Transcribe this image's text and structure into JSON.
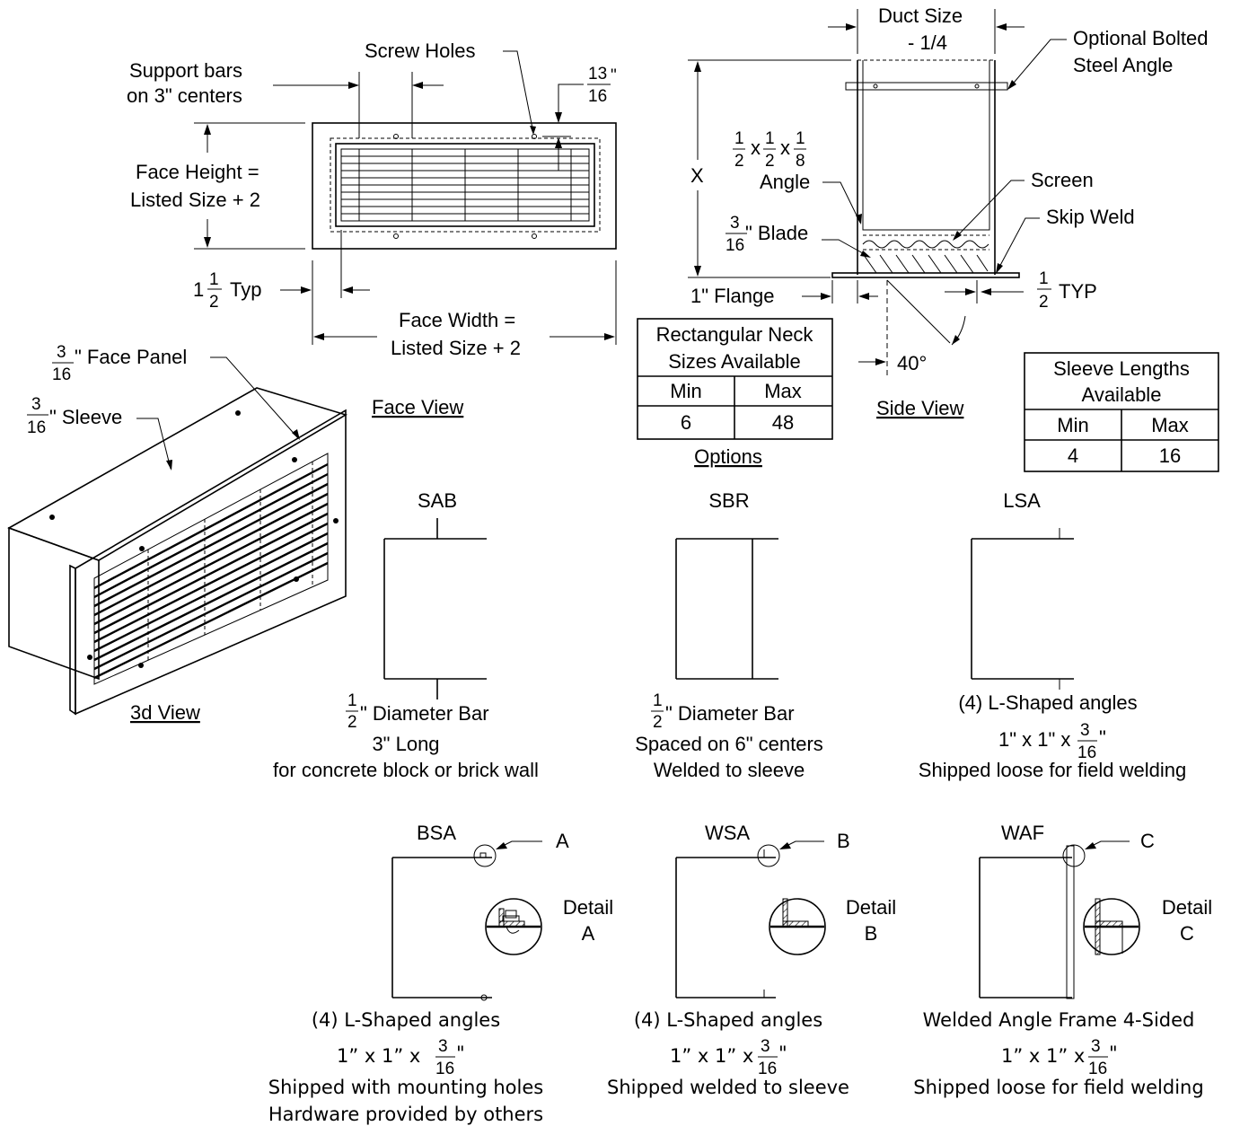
{
  "face_view": {
    "title": "Face View",
    "screw_holes": "Screw Holes",
    "support_bars_l1": "Support bars",
    "support_bars_l2": "on 3\" centers",
    "dim_13_num": "13",
    "dim_13_den": "16",
    "dim_13_unit": "\"",
    "face_height_l1": "Face Height =",
    "face_height_l2": "Listed Size + 2",
    "typ_whole": "1",
    "typ_num": "1",
    "typ_den": "2",
    "typ_label": "Typ",
    "face_width_l1": "Face Width =",
    "face_width_l2": "Listed Size + 2"
  },
  "side_view": {
    "title": "Side View",
    "duct_size_l1": "Duct Size",
    "duct_size_l2": "- 1/4",
    "optional_l1": "Optional Bolted",
    "optional_l2": "Steel Angle",
    "x_label": "X",
    "angle_a_num": "1",
    "angle_a_den": "2",
    "angle_b_num": "1",
    "angle_b_den": "2",
    "angle_c_num": "1",
    "angle_c_den": "8",
    "angle_x": "x",
    "angle_label": "Angle",
    "screen": "Screen",
    "skip_weld": "Skip Weld",
    "blade_num": "3",
    "blade_den": "16",
    "blade_label": "\" Blade",
    "flange": "1\" Flange",
    "typ_num": "1",
    "typ_den": "2",
    "typ_label": "TYP",
    "angle_deg": "40°"
  },
  "neck_table": {
    "title_l1": "Rectangular Neck",
    "title_l2": "Sizes Available",
    "col_min": "Min",
    "col_max": "Max",
    "val_min": "6",
    "val_max": "48"
  },
  "sleeve_table": {
    "title_l1": "Sleeve Lengths",
    "title_l2": "Available",
    "col_min": "Min",
    "col_max": "Max",
    "val_min": "4",
    "val_max": "16"
  },
  "options_title": "Options",
  "view_3d": {
    "title": "3d View",
    "face_panel_num": "3",
    "face_panel_den": "16",
    "face_panel_label": "\" Face Panel",
    "sleeve_num": "3",
    "sleeve_den": "16",
    "sleeve_label": "\" Sleeve"
  },
  "options": {
    "sab": {
      "code": "SAB",
      "frac_num": "1",
      "frac_den": "2",
      "line1": "\" Diameter Bar",
      "line2": "3\" Long",
      "line3": "for concrete block or brick wall"
    },
    "sbr": {
      "code": "SBR",
      "frac_num": "1",
      "frac_den": "2",
      "line1": "\" Diameter Bar",
      "line2": "Spaced on 6\" centers",
      "line3": "Welded to sleeve"
    },
    "lsa": {
      "code": "LSA",
      "line1": "(4) L-Shaped angles",
      "line2_pre": "1\" x 1\" x",
      "frac_num": "3",
      "frac_den": "16",
      "line2_post": "\"",
      "line3": "Shipped loose for field welding"
    },
    "bsa": {
      "code": "BSA",
      "callout": "A",
      "detail_l1": "Detail",
      "detail_l2": "A",
      "line1": "(4) L-Shaped angles",
      "line2_pre": "1” x 1” x",
      "frac_num": "3",
      "frac_den": "16",
      "line2_post": "\"",
      "line3": "Shipped with mounting holes",
      "line4": "Hardware provided by others"
    },
    "wsa": {
      "code": "WSA",
      "callout": "B",
      "detail_l1": "Detail",
      "detail_l2": "B",
      "line1": "(4) L-Shaped angles",
      "line2_pre": "1” x 1” x",
      "frac_num": "3",
      "frac_den": "16",
      "line2_post": "\"",
      "line3": "Shipped welded to sleeve"
    },
    "waf": {
      "code": "WAF",
      "callout": "C",
      "detail_l1": "Detail",
      "detail_l2": "C",
      "line1": "Welded Angle Frame 4-Sided",
      "line2_pre": "1” x 1” x",
      "frac_num": "3",
      "frac_den": "16",
      "line2_post": "\"",
      "line3": "Shipped loose for field welding"
    }
  }
}
